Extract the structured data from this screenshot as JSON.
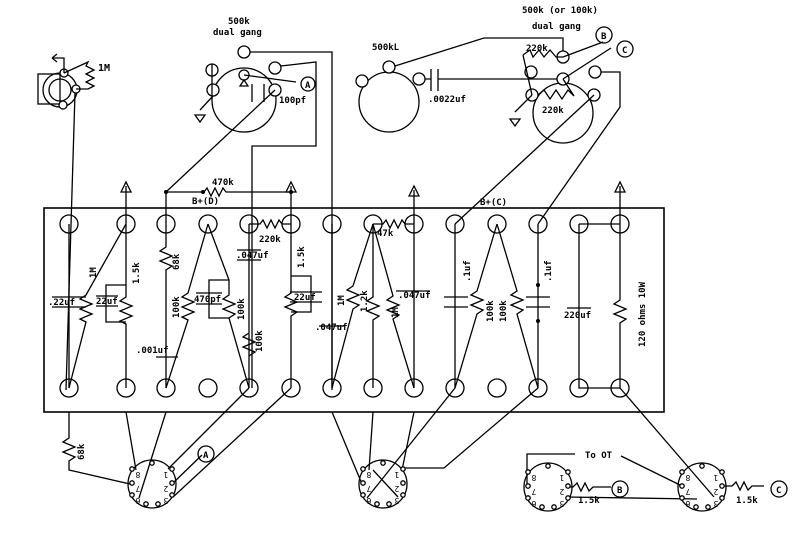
{
  "title": "Tube amplifier turret board layout",
  "pots": {
    "pot1": {
      "value": "500k",
      "note": "dual gang"
    },
    "pot2": {
      "value": "500kL"
    },
    "pot3": {
      "value": "500k (or 100k)",
      "note": "dual gang"
    }
  },
  "input_jack": {
    "resistor": "1M"
  },
  "components": {
    "c_100pf": "100pf",
    "c_0022uf": ".0022uf",
    "r_220k_top": "220k",
    "r_220k_bottom": "220k",
    "r_470k": "470k",
    "bplus_d": "B+(D)",
    "bplus_c": "B+(C)",
    "c_22uf_a": ".22uf",
    "r_1m_a": "1M",
    "c_22uf_b": "22uf",
    "r_1_5k_a": "1.5k",
    "r_68k_a": "68k",
    "r_100k_a": "100k",
    "c_001uf": ".001uf",
    "c_470pf": "470pf",
    "r_100k_b": "100k",
    "r_220k_board": "220k",
    "c_047uf_a": ".047uf",
    "r_100k_c": "100k",
    "r_1_5k_b": "1.5k",
    "c_22uf_c": "22uf",
    "c_047uf_b": ".047uf",
    "r_1m_b": "1M",
    "r_1_2k": "1.2k",
    "r_47k": "47k",
    "r_1m_c": "1M",
    "c_047uf_c": ".047uf",
    "c_1uf_a": ".1uf",
    "r_100k_d": "100k",
    "r_100k_e": "100k",
    "c_1uf_b": ".1uf",
    "c_220uf": "220uf",
    "r_120_10w": "120 ohms 10W",
    "r_68k_b": "68k",
    "r_1_5k_c": "1.5k",
    "r_1_5k_d": "1.5k",
    "to_ot": "To OT"
  },
  "tags": {
    "A": "A",
    "B": "B",
    "C": "C"
  },
  "socket_pins": [
    "1",
    "2",
    "3",
    "6",
    "7",
    "8"
  ]
}
